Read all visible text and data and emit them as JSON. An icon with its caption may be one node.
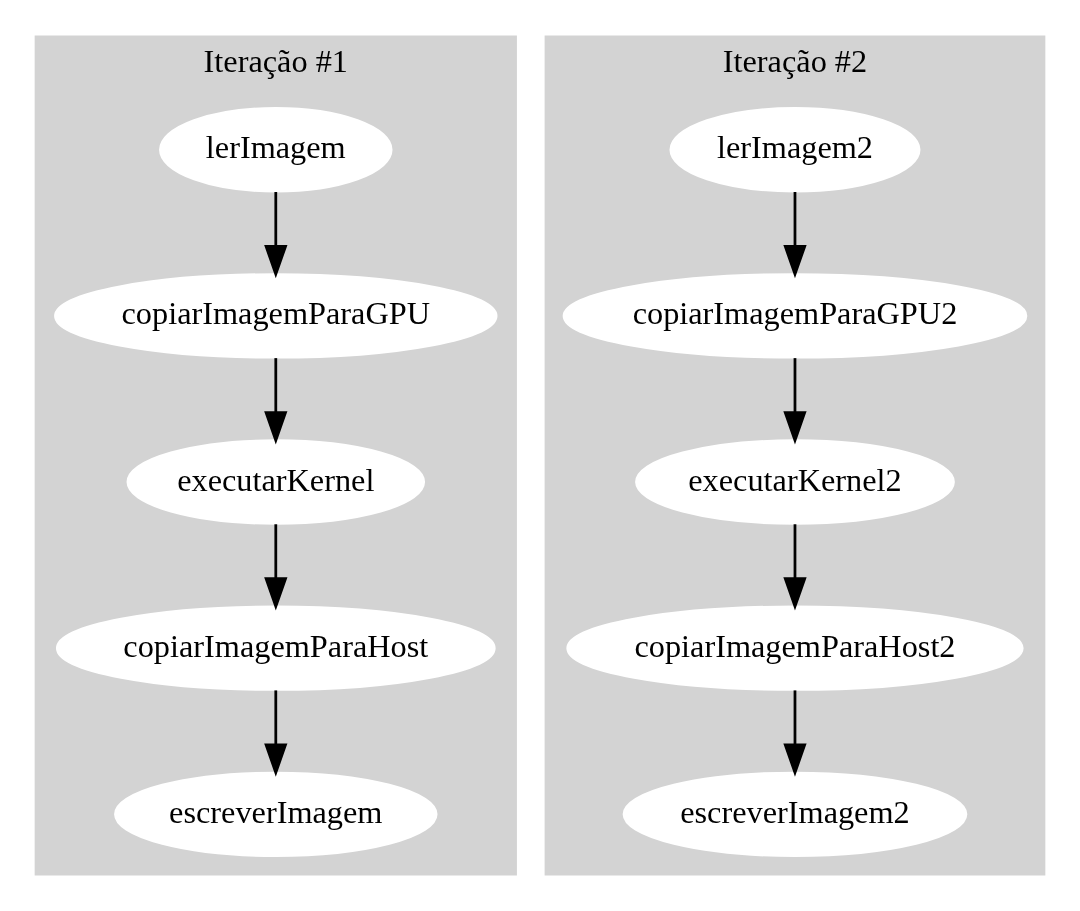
{
  "diagram": {
    "nodes": [
      {
        "text": [
          "Iteração #1"
        ]
      },
      {
        "text": [
          "lerImagem"
        ],
        "in": 0
      },
      {
        "text": [
          "copiarImagemParaGPU"
        ],
        "in": 0
      },
      {
        "text": [
          "executarKernel"
        ],
        "in": 0
      },
      {
        "text": [
          "copiarImagemParaHost"
        ],
        "in": 0
      },
      {
        "text": [
          "escreverImagem"
        ],
        "in": 0
      },
      {
        "text": [
          "Iteração #2"
        ]
      },
      {
        "text": [
          "lerImagem2"
        ],
        "in": 6
      },
      {
        "text": [
          "copiarImagemParaGPU2"
        ],
        "in": 6
      },
      {
        "text": [
          "executarKernel2"
        ],
        "in": 6
      },
      {
        "text": [
          "copiarImagemParaHost2"
        ],
        "in": 6
      },
      {
        "text": [
          "escreverImagem2"
        ],
        "in": 6
      }
    ],
    "edges": [
      {
        "from": 1,
        "to": 2,
        "arrow": "to"
      },
      {
        "from": 2,
        "to": 3,
        "arrow": "to"
      },
      {
        "from": 3,
        "to": 4,
        "arrow": "to"
      },
      {
        "from": 4,
        "to": 5,
        "arrow": "to"
      },
      {
        "from": 7,
        "to": 8,
        "arrow": "to"
      },
      {
        "from": 8,
        "to": 9,
        "arrow": "to"
      },
      {
        "from": 9,
        "to": 10,
        "arrow": "to"
      },
      {
        "from": 10,
        "to": 11,
        "arrow": "to"
      }
    ]
  }
}
